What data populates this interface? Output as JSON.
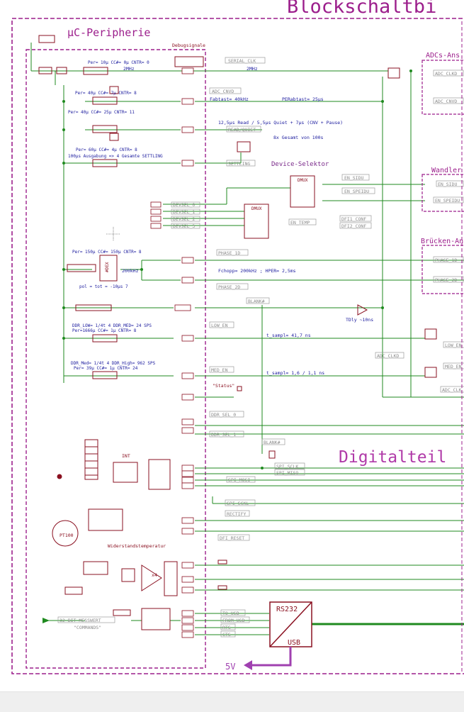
{
  "sheet": {
    "title": "Blockschaltbi",
    "section_peripherie": "µC-Peripherie",
    "section_digital": "Digitalteil"
  },
  "colors": {
    "frame": "#9c1f8c",
    "title": "#9c1f8c",
    "wire_green": "#1f8a1f",
    "part_red": "#8a1020",
    "label_purple": "#7a2a8a",
    "grey_label": "#8c8c8c",
    "signal_text": "#6b6bb0",
    "blue_note": "#2020a0"
  },
  "labels": {
    "debugsignale": "Debugsignale",
    "serial_clk": "SERIAL_CLK",
    "f_2mhz": "2MHz",
    "f_2mhz_b": "2MHz",
    "adc_cnvd": "ADC_CNVD",
    "fabtast": "Fabtast= 40kHz",
    "pe_abtast": "PERabtast= 25µs",
    "read_quiet": "READ/QUIET",
    "timing_rq": "12,5µs Read / 5,5µs Quiet + 7µs (CNV + Pause)",
    "settling": "SETTLING",
    "gesamt": "8x Gesamt von 100s",
    "device_selektor": "Device-Selektor",
    "devsel_0": "DEVSEL_0",
    "devsel_1": "DEVSEL_1",
    "devsel_2": "DEVSEL_2",
    "devsel_3": "DEVSEL_3",
    "en_sidu": "EN_SIDU",
    "en_speidu": "EN_SPEIDU",
    "en_temp": "EN_TEMP",
    "dfi_conf": "DFI1_CONF",
    "dfi2_conf": "DFI2_CONF",
    "phase_1d": "PHASE_1D",
    "phase_2d": "PHASE_2D",
    "f_200khz": "200kHz",
    "fchopp": "Fchopp= 200kHz ; HPER= 2,5ms",
    "blank": "BLANK#",
    "blank2": "BLANK#",
    "tdly": "TDly ~10ns",
    "low_en": "LOW_EN",
    "t_sampl_1": "t_sampl= 41,7 ns",
    "med_en": "MED_EN",
    "t_sampl_2": "t_sampl= 1,6 / 1,1 ns",
    "status": "\"Status\"",
    "ddr_sel_0": "DDR_SEL_0",
    "ddr_sel_1": "DDR_SEL_1",
    "spi_sclk": "SPI_SCLK",
    "spi_miso": "SPI_MISO",
    "spi_mosi": "SPI_MOSI",
    "spi_sckl": "SPI_SCKL",
    "rectify": "RECTIFY",
    "dfi_reset": "DFI_RESET",
    "to_usb": "TO_USB",
    "from_usb": "FROM_USB",
    "rts": "RTS",
    "cts": "CTS",
    "rs232": "RS232",
    "usb": "USB",
    "v5": "5V",
    "messwert": "32 BIT MESSWERT",
    "commands": "\"COMMANDS\"",
    "int": "INT",
    "temperatur": "Widerstandstemperatur",
    "pt100": "PT100",
    "x4": "x4",
    "adcs_ans": "ADCs-Ans",
    "wandler": "Wandler",
    "bruecken": "Brücken-An",
    "adc_clkd": "ADC_CLKD",
    "adc_cnvd_r": "ADC_CNVD",
    "en_sidu_r": "EN_SIDU",
    "en_speidu_r": "EN_SPEIDU",
    "phase_1d_r": "PHASE_1D",
    "phase_2d_r": "PHASE_2D",
    "low_en_r": "LOW_EN",
    "med_en_r": "MED_EN",
    "adc_clk_r": "ADC_CLK"
  }
}
